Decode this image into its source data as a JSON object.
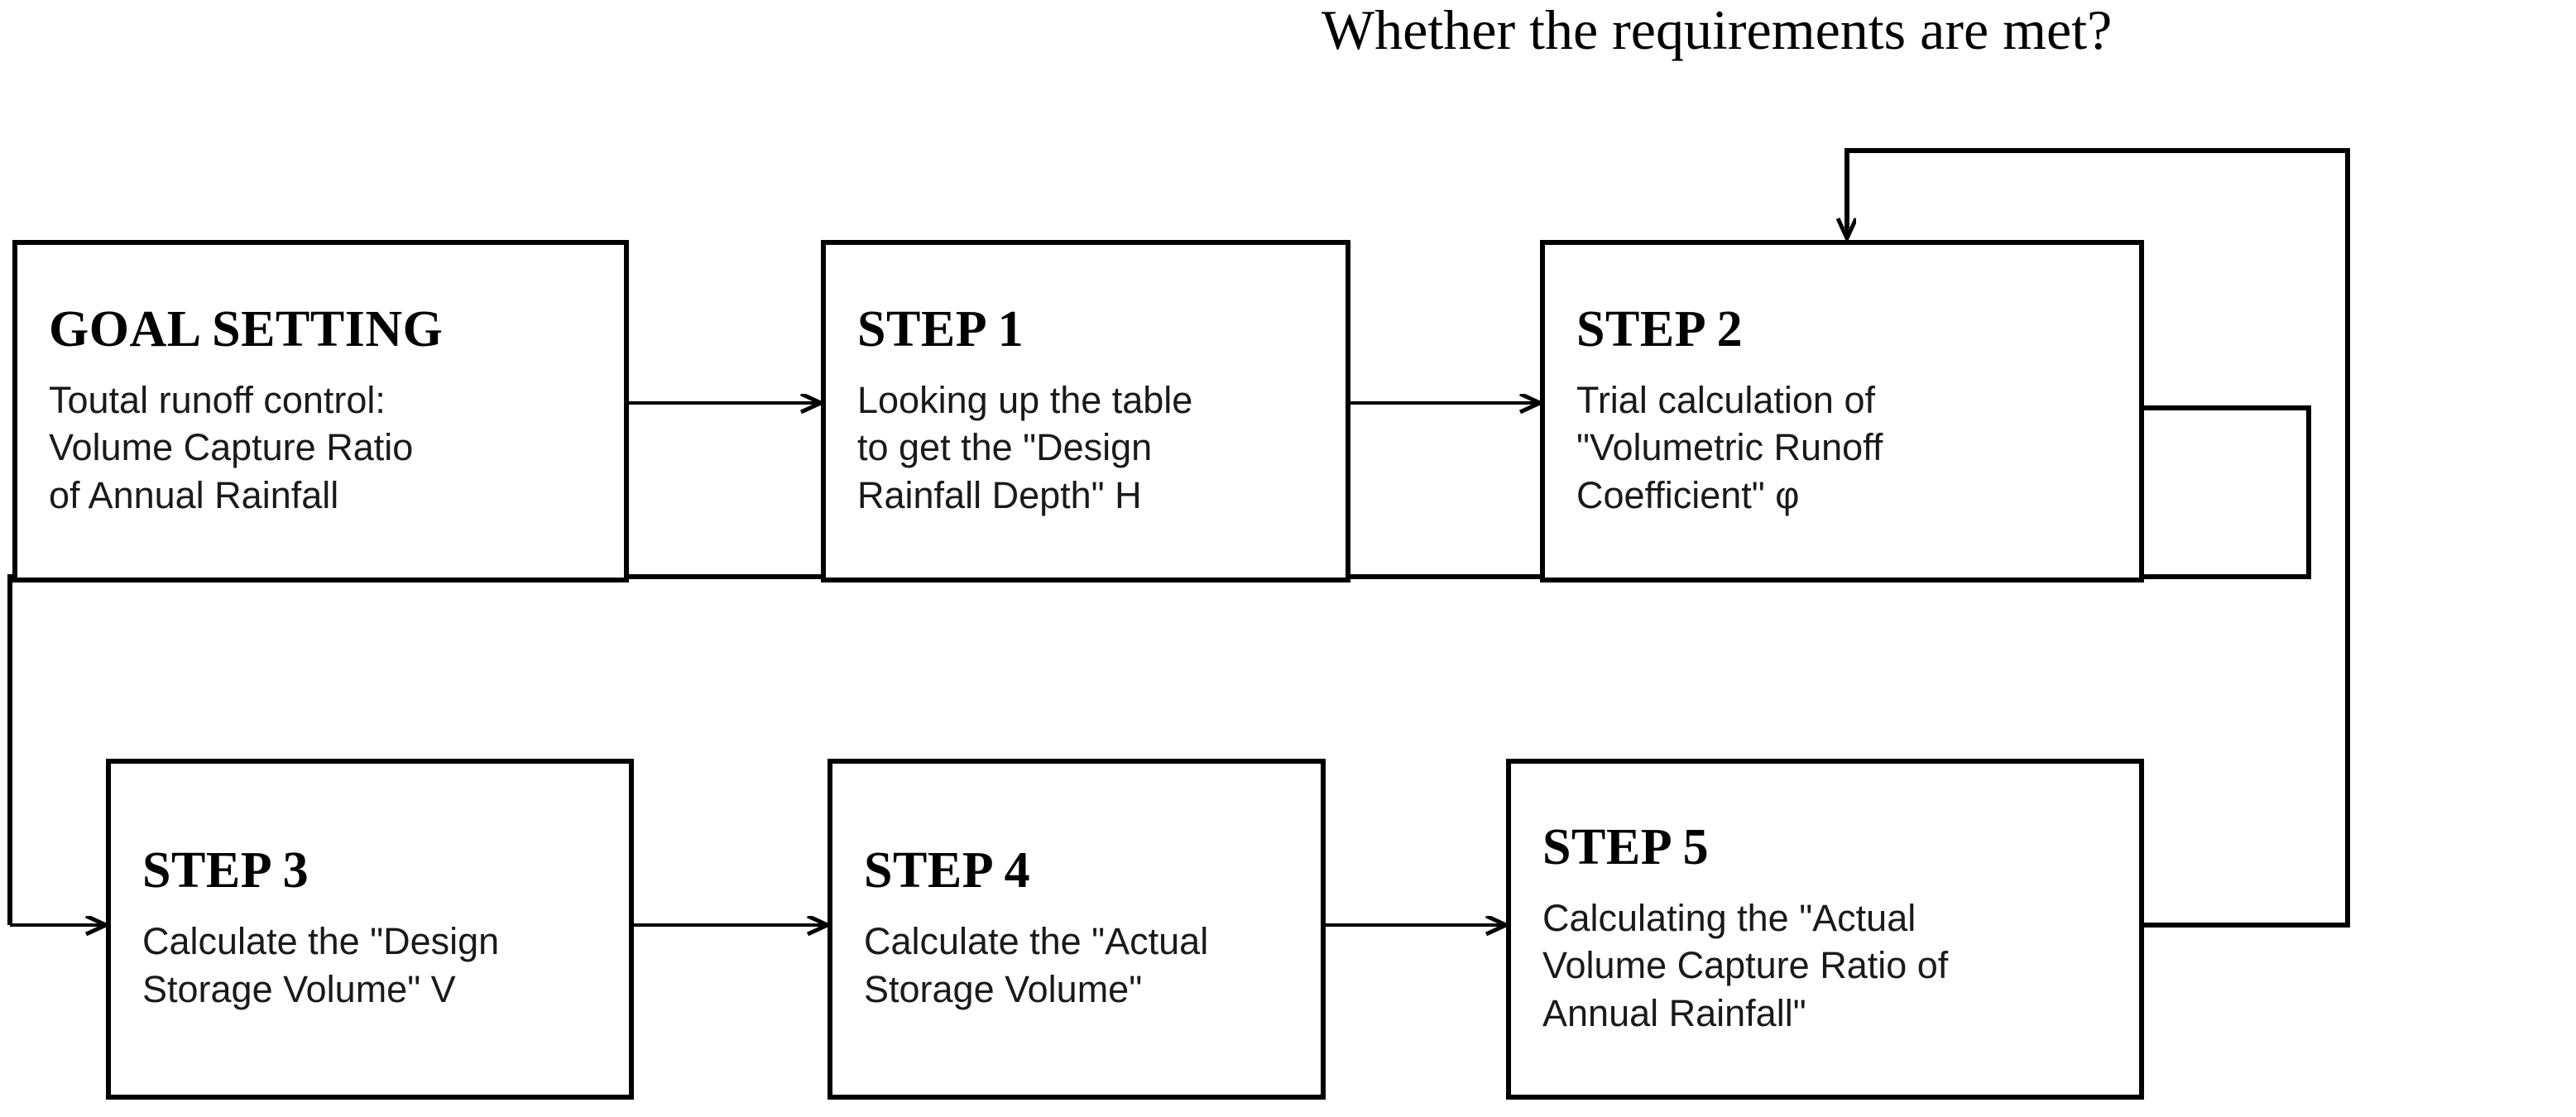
{
  "diagram": {
    "title_annotation": "Whether the requirements are met?",
    "background_color": "#ffffff",
    "line_color": "#000000",
    "nodes": [
      {
        "id": "goal-setting",
        "title": "GOAL SETTING",
        "body": "Toutal runoff control:\nVolume Capture Ratio\nof Annual Rainfall"
      },
      {
        "id": "step-1",
        "title": "STEP 1",
        "body": "Looking up the table\nto get the \"Design\nRainfall Depth\" H"
      },
      {
        "id": "step-2",
        "title": "STEP 2",
        "body": "Trial calculation of\n\"Volumetric Runoff\nCoefficient\" φ"
      },
      {
        "id": "step-3",
        "title": "STEP 3",
        "body": "Calculate the \"Design\nStorage Volume\" V"
      },
      {
        "id": "step-4",
        "title": "STEP 4",
        "body": "Calculate the \"Actual\nStorage Volume\""
      },
      {
        "id": "step-5",
        "title": "STEP 5",
        "body": "Calculating the \"Actual\nVolume Capture Ratio of\nAnnual Rainfall\""
      }
    ],
    "edges": [
      {
        "id": "goal-to-step1",
        "from": "goal-setting",
        "to": "step-1",
        "kind": "arrow-right"
      },
      {
        "id": "step1-to-step2",
        "from": "step-1",
        "to": "step-2",
        "kind": "arrow-right"
      },
      {
        "id": "step2-to-step3",
        "from": "step-2",
        "to": "step-3",
        "kind": "arrow-right-elbow"
      },
      {
        "id": "step3-to-step4",
        "from": "step-3",
        "to": "step-4",
        "kind": "arrow-right"
      },
      {
        "id": "step4-to-step5",
        "from": "step-4",
        "to": "step-5",
        "kind": "arrow-right"
      },
      {
        "id": "step5-to-step2-feedback",
        "from": "step-5",
        "to": "step-2",
        "kind": "feedback-loop"
      }
    ]
  }
}
